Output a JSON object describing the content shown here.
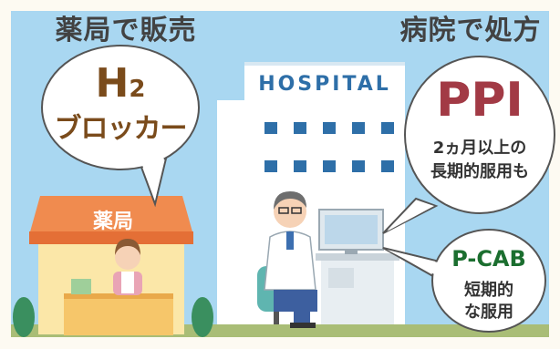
{
  "headings": {
    "pharmacy_sales": "薬局で販売",
    "hospital_prescription": "病院で処方"
  },
  "h2_bubble": {
    "line1_main": "H",
    "line1_sub": "2",
    "line2": "ブロッカー"
  },
  "pharmacy": {
    "sign": "薬局"
  },
  "hospital": {
    "sign": "HOSPITAL"
  },
  "ppi_bubble": {
    "title": "PPI",
    "line1": "2ヵ月以上の",
    "line2": "長期的服用も"
  },
  "pcab_bubble": {
    "title": "P-CAB",
    "line1": "短期的",
    "line2": "な服用"
  },
  "colors": {
    "sky": "#a9d7f1",
    "brown_text": "#7a4b1b",
    "maroon_text": "#a23a45",
    "green_text": "#1b6e2f",
    "roof_orange": "#f08b4f",
    "pharmacy_wall": "#fbe7a8",
    "hospital_wall": "#ffffff",
    "hospital_blue": "#2e6fa8",
    "grass": "#a9bd76"
  }
}
